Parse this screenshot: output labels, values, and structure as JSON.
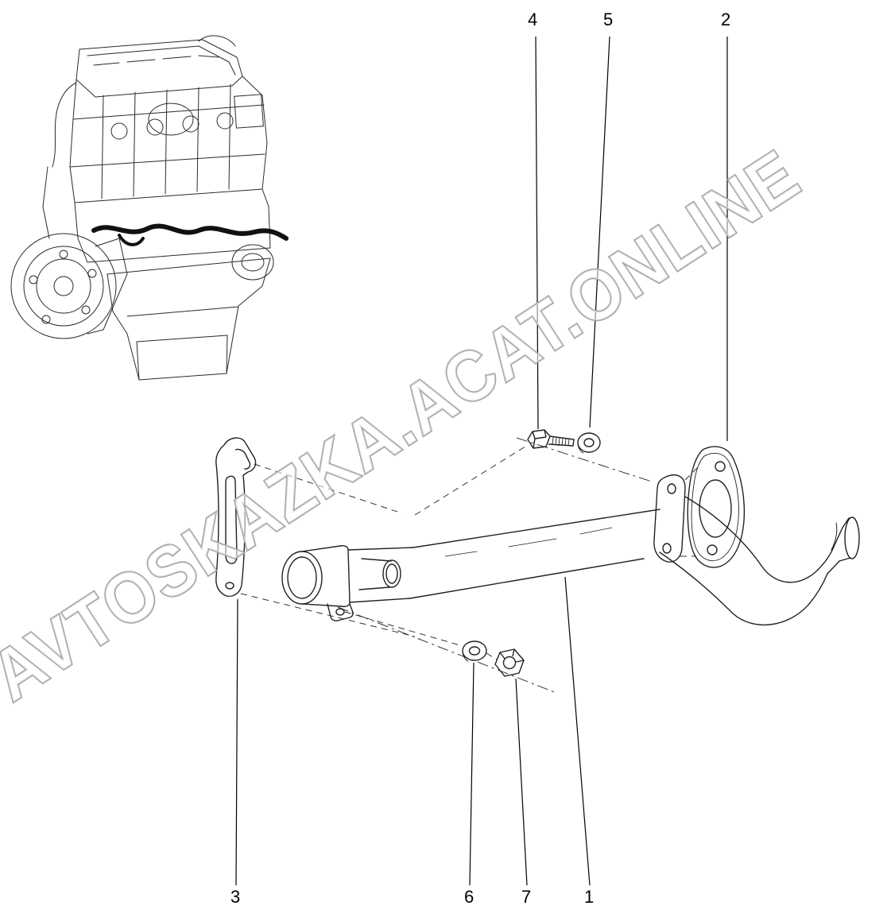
{
  "page": {
    "background": "#ffffff",
    "line_color": "#222222",
    "watermark_color": "#9e9e9e"
  },
  "watermark": {
    "text": "AVTOSKAZKA.ACAT.ONLINE"
  },
  "callouts": {
    "n1": "1",
    "n2": "2",
    "n3": "3",
    "n4": "4",
    "n5": "5",
    "n6": "6",
    "n7": "7"
  }
}
